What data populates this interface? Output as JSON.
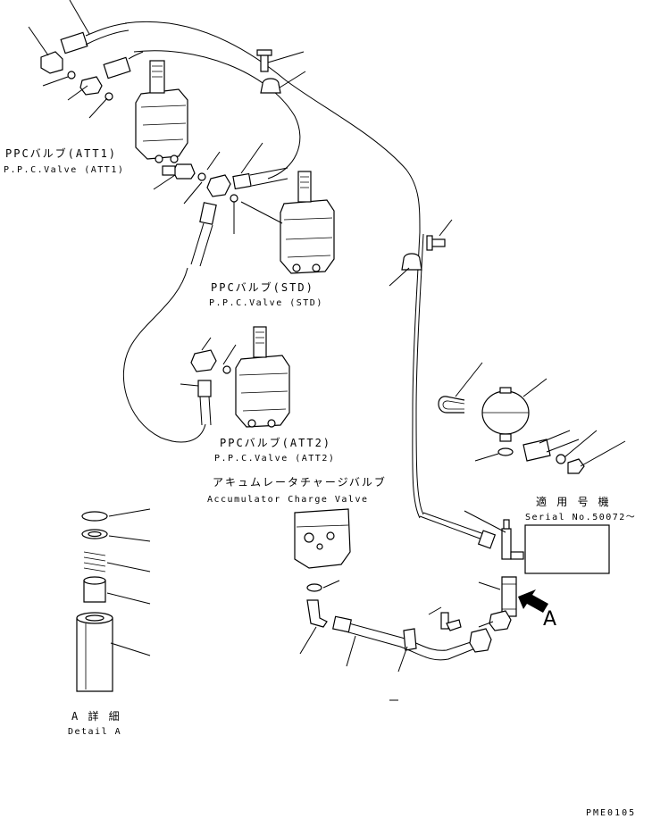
{
  "labels": {
    "ppc_att1_jp": "PPCバルブ(ATT1)",
    "ppc_att1_en": "P.P.C.Valve (ATT1)",
    "ppc_std_jp": "PPCバルブ(STD)",
    "ppc_std_en": "P.P.C.Valve (STD)",
    "ppc_att2_jp": "PPCバルブ(ATT2)",
    "ppc_att2_en": "P.P.C.Valve (ATT2)",
    "acc_jp": "アキュムレータチャージバルブ",
    "acc_en": "Accumulator Charge Valve",
    "serial_jp": "適 用 号 機",
    "serial_en": "Serial No.50072～",
    "arrow_label": "A",
    "detail_jp": "A 詳 細",
    "detail_en": "Detail A",
    "drawing_code": "PME0105"
  }
}
